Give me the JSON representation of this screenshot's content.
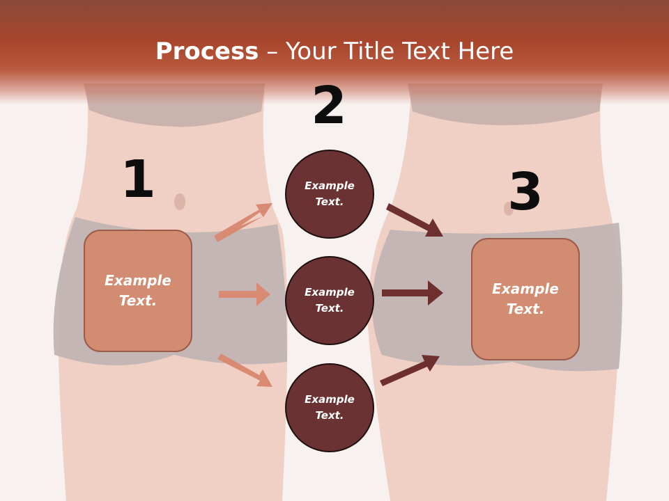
{
  "title": {
    "bold": "Process",
    "rest": " – Your Title Text Here"
  },
  "steps": [
    {
      "number": "1",
      "box": {
        "line1": "Example",
        "line2": "Text."
      }
    },
    {
      "number": "2",
      "circles": [
        {
          "line1": "Example",
          "line2": "Text."
        },
        {
          "line1": "Example",
          "line2": "Text."
        },
        {
          "line1": "Example",
          "line2": "Text."
        }
      ]
    },
    {
      "number": "3",
      "box": {
        "line1": "Example",
        "line2": "Text."
      }
    }
  ],
  "colors": {
    "title_band": "#a8452c",
    "box_fill": "#d18c72",
    "circle_fill": "#6a3232",
    "arrow_light": "#d98a72",
    "arrow_dark": "#6e2f2f"
  }
}
